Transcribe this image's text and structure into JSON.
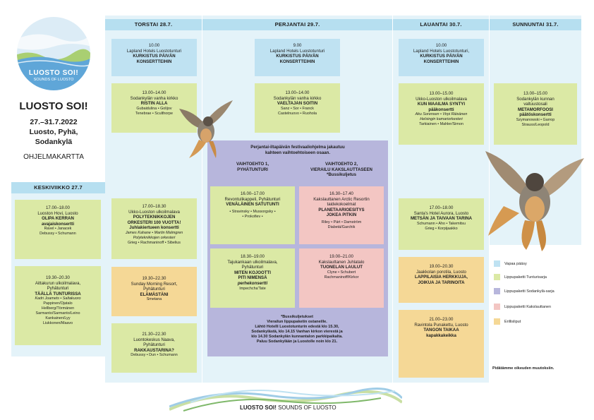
{
  "logo": {
    "line1": "LUOSTO SOI!",
    "line2": "SOUNDS OF LUOSTO"
  },
  "festival": {
    "title": "LUOSTO SOI!",
    "dates": "27.–31.7.2022",
    "place1": "Luosto, Pyhä,",
    "place2": "Sodankylä",
    "subtitle": "OHJELMAKARTTA"
  },
  "days": {
    "wed": "KESKIVIIKKO 27.7",
    "thu": "TORSTAI 28.7.",
    "fri": "PERJANTAI 29.7.",
    "sat": "LAUANTAI 30.7.",
    "sun": "SUNNUNTAI 31.7."
  },
  "events": {
    "wed1": {
      "time": "17.00–18.00",
      "place": "Luoston Hovi, Luosto",
      "title1": "OLIPA KERRAN",
      "title2": "avajaiskonsertti",
      "perf": "Ravel • Janacek",
      "perf2": "Debussy • Schumann"
    },
    "wed2": {
      "time": "19.30–20.30",
      "place1": "Aittakurun ulkoilmalava,",
      "place2": "Pyhätunturi",
      "title": "TÄÄLLÄ TUNTURISSA",
      "art1": "Kadri Joamets • Saltakuoro",
      "art2": "Pappinen/Ojatalo",
      "art3": "Hellberg/Törmänen",
      "art4": "Sarmanto/Sarmanto/Leino",
      "art5": "Kankainen/Lyy",
      "art6": "Liukkonen/Maavo"
    },
    "thu1": {
      "time": "10.00",
      "place": "Lapland Hotels Luostotunturi",
      "title1": "KURKISTUS PÄIVÄN",
      "title2": "KONSERTTEIHIN"
    },
    "thu2": {
      "time": "13.00–14.00",
      "place": "Sodankylän vanha kirkko",
      "title": "RISTIN ALLA",
      "perf1": "Gubaidulina • Golijov",
      "perf2": "Tenebrae • Sculthorpe"
    },
    "thu3": {
      "time": "17.00–18.30",
      "place": "Ukko-Luoston ulkoilmalava",
      "title1": "POLYTEKNIKKOJEN",
      "title2": "ORKESTERI 100 VUOTTA!",
      "title3": "Juhlakiertueen konsertti",
      "art1": "James Kahane • Martin Malmgren",
      "art2": "Polyteknikkojen orkesteri",
      "perf": "Grieg • Rachmaninoff • Sibelius"
    },
    "thu4": {
      "time": "19.30–22.30",
      "place1": "Sunday Morning Resort,",
      "place2": "Pyhätunturi",
      "title": "ELÄMÄSTÄNI",
      "perf": "Smetana"
    },
    "thu5": {
      "time": "21.30–22.30",
      "place1": "Luontokeskus Naava,",
      "place2": "Pyhätunturi",
      "title": "RAKKAUSTARINA?",
      "perf": "Debussy • Dun • Schumann"
    },
    "fri1": {
      "time": "9.00",
      "place": "Lapland Hotels Luostotunturi",
      "title1": "KURKISTUS PÄIVÄN",
      "title2": "KONSERTTEIHIN"
    },
    "fri2": {
      "time": "13.00–14.00",
      "place": "Sodankylän vanha kirkko",
      "title": "VAELTAJAN SOITIN",
      "perf1": "Sanz • Sor • Franck",
      "perf2": "Castelnuovo • Ruohola"
    },
    "fri_intro1": "Perjantai-iltapäivän festivaaliohjelma jakautuu",
    "fri_intro2": "kahteen vaihtoehtoiseen osaan.",
    "opt1a": "VAIHTOEHTO 1,",
    "opt1b": "PYHÄTUNTURI",
    "opt2a": "VAIHTOEHTO 2,",
    "opt2b": "VIERAILU KAKSLAUTTASEEN",
    "opt2c": "*Bussikuljetus",
    "fri3": {
      "time": "16.00–17.00",
      "place": "Revontulikappeli, Pyhätunturi",
      "title": "VENÄLÄINEN SATUTUNTI",
      "perf1": "• Stravinsky • Mussorgsky •",
      "perf2": "• Prokofiev •"
    },
    "fri4": {
      "time": "16.30–17.40",
      "place1": "Kakslauttanen Arctic Resortin",
      "place2": "taidekokoelmat",
      "title1": "PLANETAARIOESITYS",
      "title2": "JOKEA PITKIN",
      "perf1": "Riley • Pärt • Damström",
      "perf2": "Diabetä/Garchik"
    },
    "fri5": {
      "time": "18.30–19.00",
      "place1": "Tajukankaan ulkoilmalava,",
      "place2": "Pyhätunturi",
      "title1": "MITEN KOJOOTTI",
      "title2": "PITI NIMENSÄ",
      "title3": "perhekonsertti",
      "perf": "Impechcha'Tate"
    },
    "fri6": {
      "time": "19.00–21.00",
      "place": "Kakslauttanen Juhlatalo",
      "title": "TUONELAN LAULUT",
      "perf1": "Clyne • Schubert",
      "perf2": "Rachmaninoff/Kirkor"
    },
    "bus": {
      "l1": "*Bussikuljetukset",
      "l2": "Vierailun lippupaketin ostaneille.",
      "l3": "Lähtö Hotelli Luostotunturin edestä klo 15.30,",
      "l4": "Sodankylästä, klo 14.15 Vanhan kirkon vierestä ja",
      "l5": "klo 14.30 Sodankylän kunnantalon parkkipaikalta.",
      "l6": "Paluu Sodankylään ja Luostolle noin klo 21."
    },
    "sat1": {
      "time": "10.00",
      "place": "Lapland Hotels Luostotunturi,",
      "title1": "KURKISTUS PÄIVÄN",
      "title2": "KONSERTTEIHIN"
    },
    "sat2": {
      "time": "13.00–15.00",
      "place": "Ukko-Luoston ulkoilmalava",
      "title1": "KUN MAAILMA SYNTYI",
      "title2": "pääkonsertti",
      "art1": "Aku Sorensen • Virpi Räisänen",
      "art2": "Helsingin kamariorkesteri",
      "perf": "Tarkiainen • Mahler/Simon"
    },
    "sat3": {
      "time": "17.00–18.00",
      "place": "Santa's Hotel Aurora, Luosto",
      "title": "METSÄN JA TAIVAAN TARINA",
      "perf1": "Schumann • Aho • Takemitsu",
      "perf2": "Grieg • Korpijaakko"
    },
    "sat4": {
      "time": "19.00–20.30",
      "place": "Jaakkolan porotila, Luosto",
      "title1": "LAPPILAISIA HERKKUJA,",
      "title2": "JOIKUA JA TARINOITA"
    },
    "sat5": {
      "time": "21.00–23.00",
      "place": "Ravintola Punakettu, Luosto",
      "title1": "TANGON TAIKAA",
      "title2": "kapakkakeikka"
    },
    "sun1": {
      "time": "13.00–15.00",
      "place1": "Sodankylän kunnan",
      "place2": "valtuustosali",
      "title1": "METAMORFOOSI",
      "title2": "päätöskonsertti",
      "perf1": "Szymanowski • Garrop",
      "perf2": "Strauss/Leopold"
    }
  },
  "legend": [
    {
      "label": "Vapaa pääsy",
      "color": "#bfe2f2"
    },
    {
      "label": "Lippupaketti Tunturisarja",
      "color": "#dbe9a5"
    },
    {
      "label": "Lippupaketti Sodankylä-sarja",
      "color": "#b7b6dc"
    },
    {
      "label": "Lippupaketti Kakslauttanen",
      "color": "#f3c6c3"
    },
    {
      "label": "Erillisliput",
      "color": "#f5d896"
    }
  ],
  "disclaimer": "Pidätämme oikeuden muutoksiin.",
  "footer": {
    "brand": "LUOSTO SOI!",
    "sub": "SOUNDS OF LUOSTO"
  }
}
